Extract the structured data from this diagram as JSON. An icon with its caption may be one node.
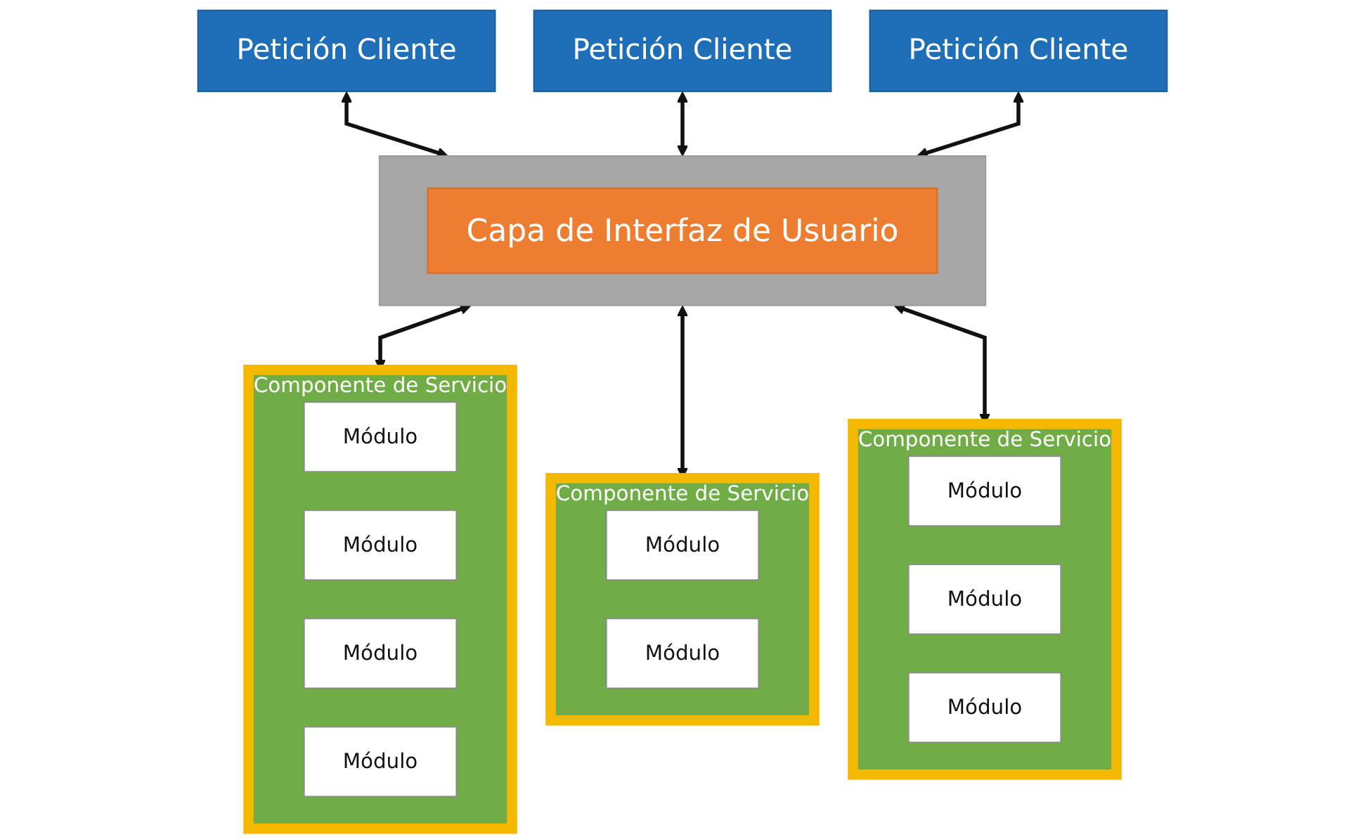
{
  "diagram": {
    "nodes": [
      {
        "text": [
          "Petición Cliente"
        ]
      },
      {
        "text": [
          "Petición Cliente"
        ]
      },
      {
        "text": [
          "Petición Cliente"
        ]
      },
      {
        "text": [],
        "shape": "box"
      },
      {
        "text": [
          "Capa de Interfaz de Usuario"
        ],
        "in": 3
      },
      {
        "text": [
          "Componente de Servicio"
        ]
      },
      {
        "text": [
          "Módulo"
        ],
        "in": 5
      },
      {
        "text": [
          "Módulo"
        ],
        "in": 5
      },
      {
        "text": [
          "Módulo"
        ],
        "in": 5
      },
      {
        "text": [
          "Módulo"
        ],
        "in": 5
      },
      {
        "text": [
          "Componente de Servicio"
        ]
      },
      {
        "text": [
          "Módulo"
        ],
        "in": 10
      },
      {
        "text": [
          "Módulo"
        ],
        "in": 10
      },
      {
        "text": [
          "Componente de Servicio"
        ]
      },
      {
        "text": [
          "Módulo"
        ],
        "in": 13
      },
      {
        "text": [
          "Módulo"
        ],
        "in": 13
      },
      {
        "text": [
          "Módulo"
        ],
        "in": 13
      }
    ],
    "edges": [
      {
        "from": 0,
        "to": 3,
        "arrow": "both"
      },
      {
        "from": 1,
        "to": 3,
        "arrow": "both"
      },
      {
        "from": 2,
        "to": 3,
        "arrow": "both"
      },
      {
        "from": 3,
        "to": 5,
        "arrow": "both"
      },
      {
        "from": 3,
        "to": 10,
        "arrow": "both"
      },
      {
        "from": 3,
        "to": 13,
        "arrow": "both"
      }
    ]
  }
}
